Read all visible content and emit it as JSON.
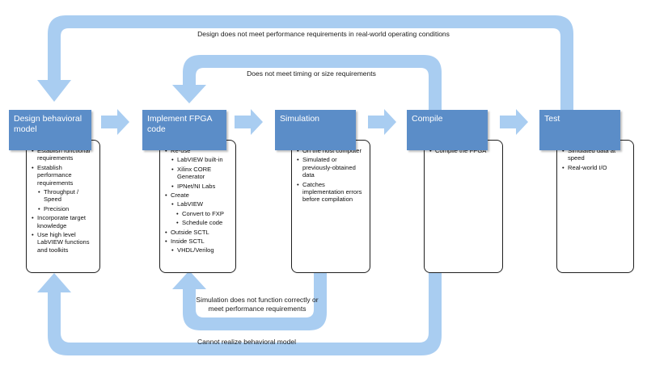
{
  "colors": {
    "arrow": "#a9cdf1",
    "header": "#5b8dc8",
    "border": "#1f1f1f"
  },
  "loops": {
    "outer_top": "Design does not meet performance requirements in real-world operating conditions",
    "inner_top": "Does not meet timing or size requirements",
    "inner_bottom": "Simulation does not function correctly or meet performance requirements",
    "outer_bottom": "Cannot realize behavioral model"
  },
  "stages": [
    {
      "title": "Design behavioral model",
      "items": [
        {
          "text": "Establish functional requirements",
          "level": 1
        },
        {
          "text": "Establish performance requirements",
          "level": 1
        },
        {
          "text": "Throughput / Speed",
          "level": 2
        },
        {
          "text": "Precision",
          "level": 2
        },
        {
          "text": "Incorporate target knowledge",
          "level": 1
        },
        {
          "text": "Use high level LabVIEW functions and toolkits",
          "level": 1
        }
      ]
    },
    {
      "title": "Implement FPGA code",
      "items": [
        {
          "text": "Re-use",
          "level": 1
        },
        {
          "text": "LabVIEW built-in",
          "level": 2
        },
        {
          "text": "Xilinx CORE Generator",
          "level": 2
        },
        {
          "text": "IPNet/NI Labs",
          "level": 2
        },
        {
          "text": "Create",
          "level": 1
        },
        {
          "text": "LabVIEW",
          "level": 2
        },
        {
          "text": "Convert to FXP",
          "level": 3
        },
        {
          "text": "Schedule code",
          "level": 3
        },
        {
          "text": "Outside SCTL",
          "level": 4
        },
        {
          "text": "Inside SCTL",
          "level": 4
        },
        {
          "text": "VHDL/Verilog",
          "level": 2
        }
      ]
    },
    {
      "title": "Simulation",
      "items": [
        {
          "text": "On the host computer",
          "level": 1
        },
        {
          "text": "Simulated or previously-obtained data",
          "level": 1
        },
        {
          "text": "Catches implementation errors before compilation",
          "level": 1
        }
      ]
    },
    {
      "title": "Compile",
      "items": [
        {
          "text": "Compile the FPGA",
          "level": 1
        }
      ]
    },
    {
      "title": "Test",
      "items": [
        {
          "text": "Simulated data at speed",
          "level": 1
        },
        {
          "text": "Real-world I/O",
          "level": 1
        }
      ]
    }
  ]
}
